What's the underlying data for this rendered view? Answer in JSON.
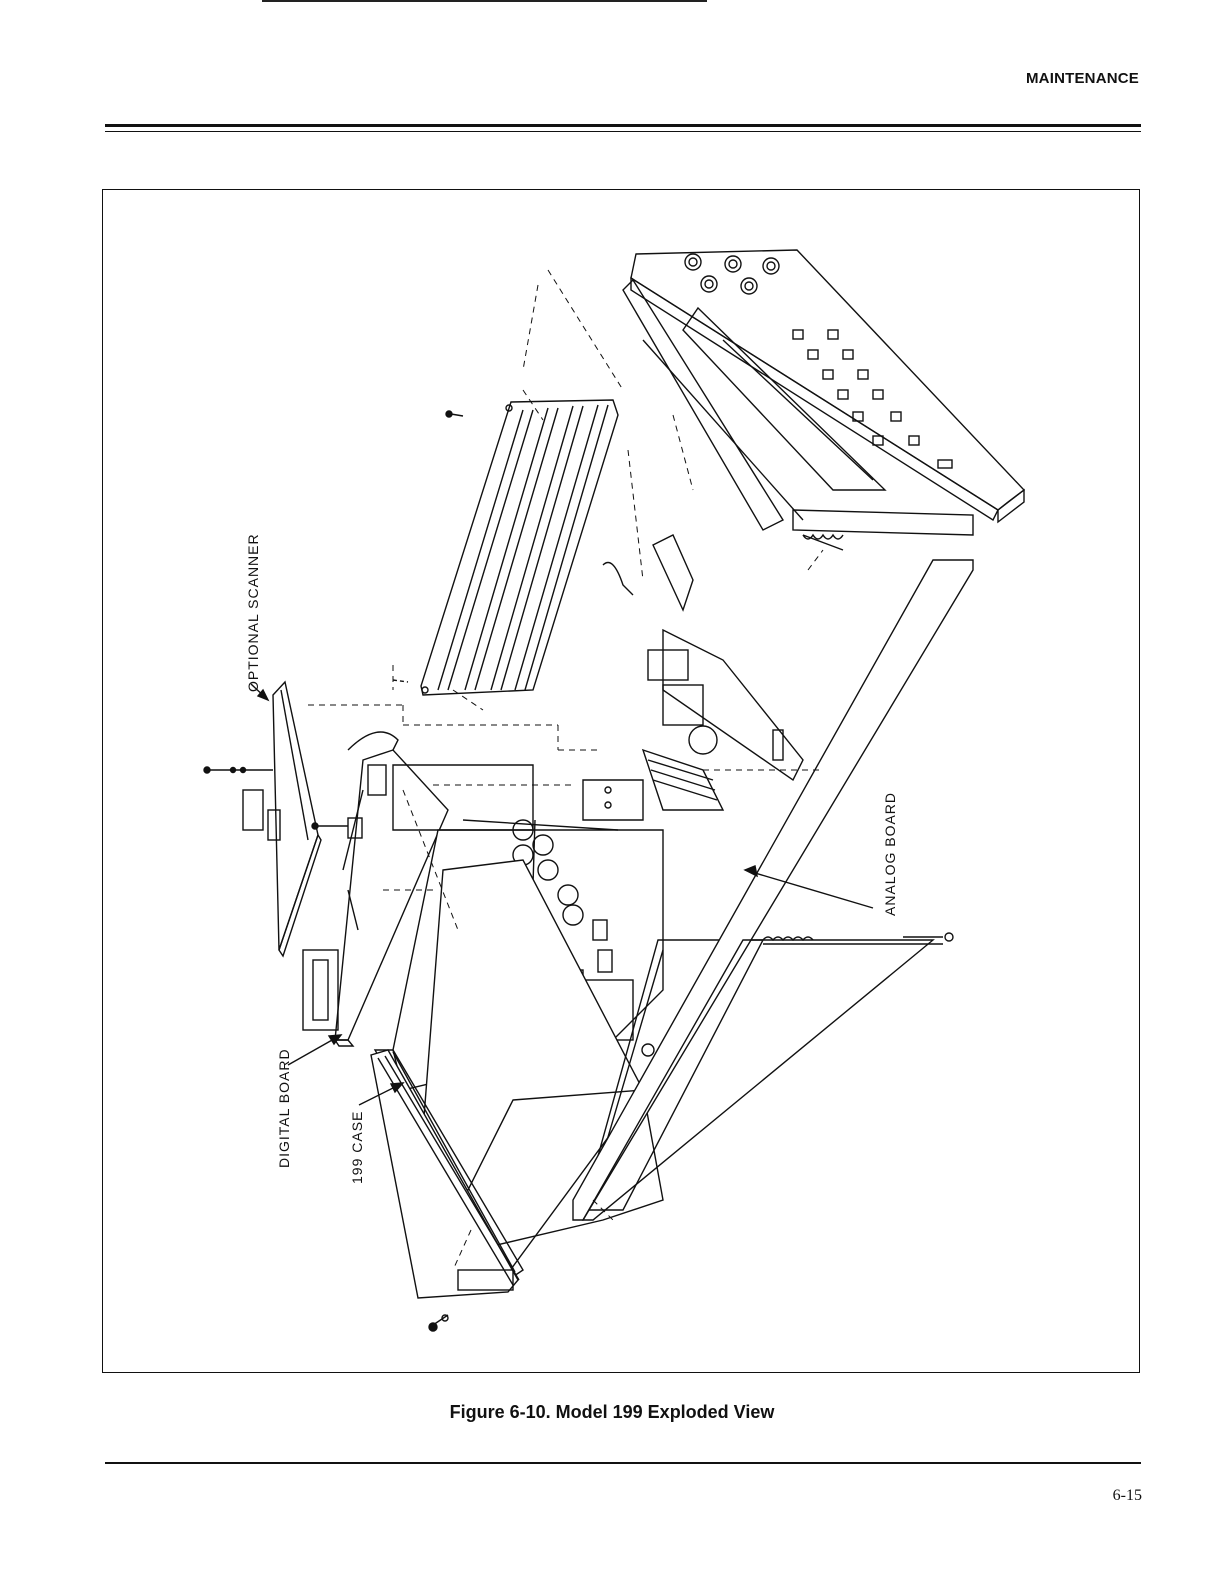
{
  "header": {
    "section_title": "MAINTENANCE"
  },
  "figure": {
    "labels": {
      "optional_scanner": "OPTIONAL SCANNER",
      "digital_board": "DIGITAL BOARD",
      "case": "199 CASE",
      "analog_board": "ANALOG BOARD"
    },
    "caption": "Figure 6-10. Model 199 Exploded View"
  },
  "footer": {
    "page_number": "6-15"
  }
}
